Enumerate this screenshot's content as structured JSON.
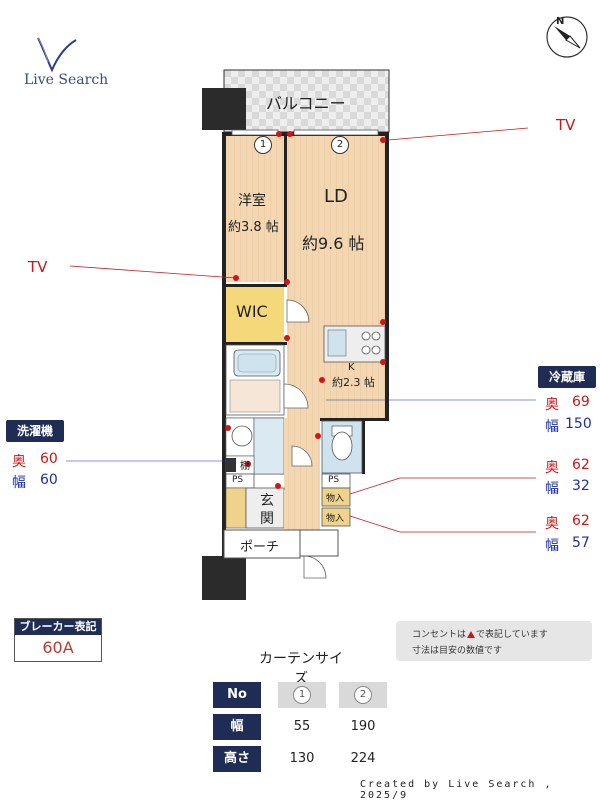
{
  "logo": {
    "text": "Live Search"
  },
  "compass": {
    "label": "N"
  },
  "rooms": {
    "balcony": "バルコニー",
    "window1": "1",
    "window2": "2",
    "western_room": "洋室",
    "western_room_size": "約3.8 帖",
    "ld": "LD",
    "ld_size": "約9.6 帖",
    "wic": "WIC",
    "kitchen": "K",
    "kitchen_size": "約2.3 帖",
    "shelf": "棚",
    "ps_left": "PS",
    "ps_right": "PS",
    "storage1": "物入",
    "storage2": "物入",
    "entrance_1": "玄",
    "entrance_2": "関",
    "porch": "ポーチ"
  },
  "callouts": {
    "tv_right": "TV",
    "tv_left": "TV",
    "fridge": {
      "title": "冷蔵庫",
      "depth_label": "奥",
      "depth": "69",
      "width_label": "幅",
      "width": "150"
    },
    "washer": {
      "title": "洗濯機",
      "depth_label": "奥",
      "depth": "60",
      "width_label": "幅",
      "width": "60"
    },
    "storage_a": {
      "depth_label": "奥",
      "depth": "62",
      "width_label": "幅",
      "width": "32"
    },
    "storage_b": {
      "depth_label": "奥",
      "depth": "62",
      "width_label": "幅",
      "width": "57"
    }
  },
  "breaker": {
    "title": "ブレーカー表記",
    "value": "60A"
  },
  "note": {
    "line1_before": "コンセントは",
    "line1_after": "で表記しています",
    "line2": "寸法は目安の数値です"
  },
  "curtain": {
    "title": "カーテンサイズ",
    "header_no": "No",
    "col1": "1",
    "col2": "2",
    "row_width_label": "幅",
    "row_width_1": "55",
    "row_width_2": "190",
    "row_height_label": "高さ",
    "row_height_1": "130",
    "row_height_2": "224"
  },
  "footer": {
    "text": "Created by Live Search , 2025/9"
  },
  "colors": {
    "navy": "#1f2d55",
    "red_text": "#d11414",
    "blue_text": "#1a2fa8",
    "wood": "#f3d7b3",
    "wic": "#f4d87a",
    "storage": "#f0d38a",
    "wet": "#cfe3ef"
  }
}
